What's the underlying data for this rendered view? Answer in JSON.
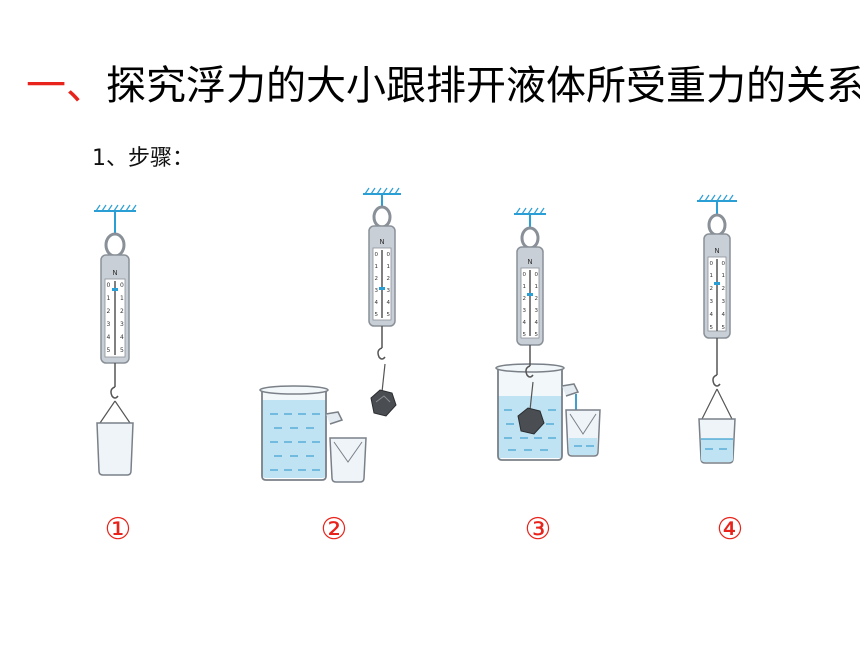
{
  "slide": {
    "title_prefix": "一、",
    "title_main": "探究浮力的大小跟排开液体所受重力的关系",
    "subtitle": "1、步骤："
  },
  "steps": [
    {
      "number": "①"
    },
    {
      "number": "②"
    },
    {
      "number": "③"
    },
    {
      "number": "④"
    }
  ],
  "scale": {
    "unit_label": "N",
    "ticks": [
      "0",
      "1",
      "2",
      "3",
      "4",
      "5"
    ]
  },
  "colors": {
    "accent_red": "#e8231b",
    "water_blue": "#bfe3f2",
    "mount_blue": "#2a9fd6",
    "scale_body": "#c9cfd6"
  }
}
